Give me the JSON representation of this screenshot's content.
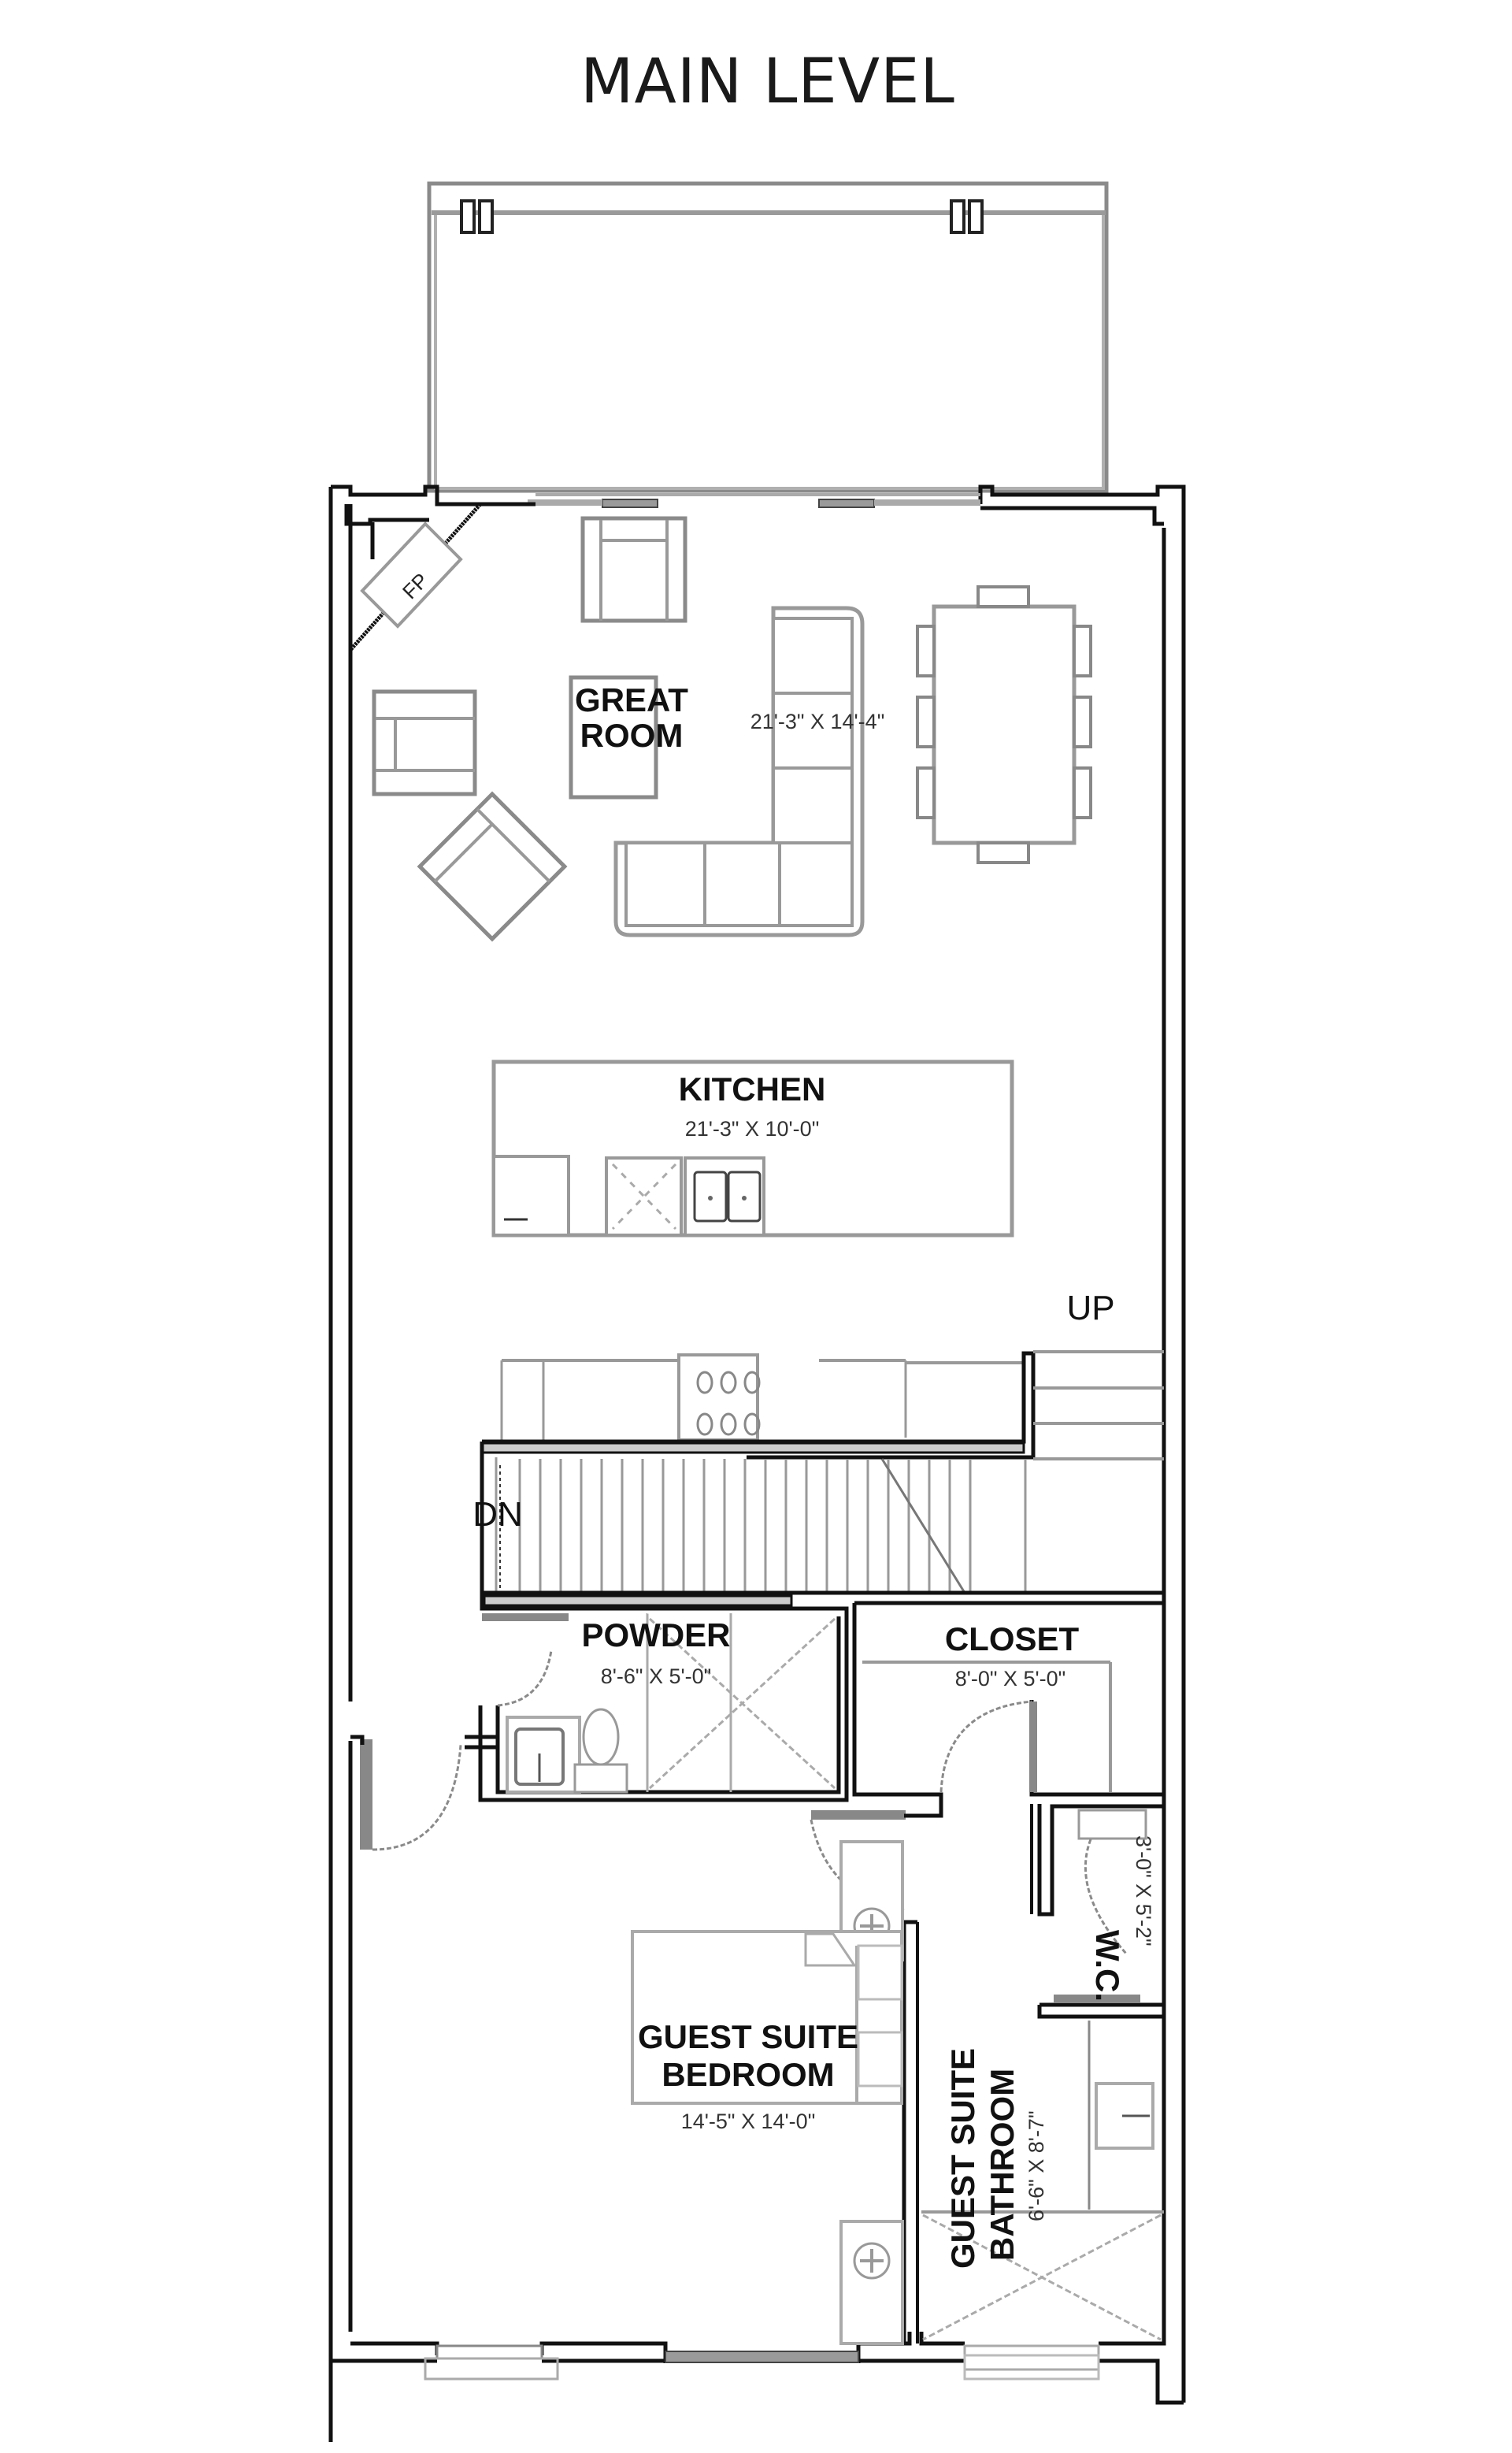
{
  "title": "MAIN LEVEL",
  "rooms": {
    "great_room": {
      "name_line1": "GREAT",
      "name_line2": "ROOM",
      "dimensions": "21'-3\" X 14'-4\""
    },
    "kitchen": {
      "name": "KITCHEN",
      "dimensions": "21'-3\" X 10'-0\""
    },
    "powder": {
      "name": "POWDER",
      "dimensions": "8'-6\" X 5'-0\""
    },
    "closet": {
      "name": "CLOSET",
      "dimensions": "8'-0\" X 5'-0\""
    },
    "wc": {
      "name": "W.C.",
      "dimensions": "3'-0\" X 5'-2\""
    },
    "guest_bedroom": {
      "name_line1": "GUEST SUITE",
      "name_line2": "BEDROOM",
      "dimensions": "14'-5\" X 14'-0\""
    },
    "guest_bathroom": {
      "name_line1": "GUEST SUITE",
      "name_line2": "BATHROOM",
      "dimensions": "6'-6\" X 8'-7\""
    }
  },
  "labels": {
    "fireplace": "FP",
    "stairs_up": "UP",
    "stairs_down": "DN"
  },
  "colors": {
    "wall": "#111111",
    "fixture": "#8a8a8a",
    "background": "#ffffff"
  }
}
